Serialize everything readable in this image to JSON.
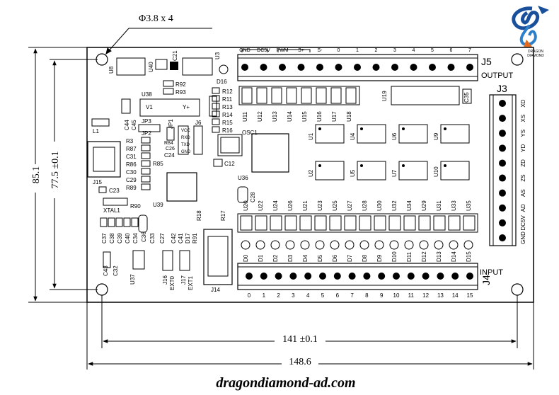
{
  "dimensions": {
    "hole_spec": "Φ3.8 x 4",
    "overall_height": "85.1",
    "hole_height": "77.5 ±0.1",
    "hole_width": "141 ±0.1",
    "overall_width": "148.6"
  },
  "website": "dragondiamond-ad.com",
  "logo": {
    "lines": [
      "DRAGON",
      "DIAMOND"
    ]
  },
  "connectors": {
    "j5": {
      "ref": "J5",
      "caption": "OUTPUT",
      "pins": [
        "GND",
        "DC5V",
        "PWM",
        "S+",
        "S-",
        "0",
        "1",
        "2",
        "3",
        "4",
        "5",
        "6",
        "7"
      ]
    },
    "j3": {
      "ref": "J3",
      "pins": [
        "XD",
        "XS",
        "YS",
        "YD",
        "ZD",
        "ZS",
        "AS",
        "AD",
        "DC5V",
        "GND"
      ]
    },
    "j4": {
      "ref": "J4",
      "caption": "INPUT",
      "pins": [
        "0",
        "1",
        "2",
        "3",
        "4",
        "5",
        "6",
        "7",
        "8",
        "9",
        "10",
        "11",
        "12",
        "13",
        "14",
        "15"
      ]
    }
  },
  "output_drivers": [
    "U11",
    "U12",
    "U13",
    "U14",
    "U15",
    "U16",
    "U17",
    "U18"
  ],
  "opto_top": [
    "U1",
    "U4",
    "U6",
    "U9"
  ],
  "opto_bottom": [
    "U2",
    "U5",
    "U7",
    "U10"
  ],
  "input_optos": [
    "U20",
    "U22",
    "U24",
    "U26",
    "U21",
    "U23",
    "U25",
    "U27",
    "U28",
    "U30",
    "U32",
    "U34",
    "U29",
    "U31",
    "U33",
    "U35"
  ],
  "input_leds": [
    "D0",
    "D1",
    "D2",
    "D3",
    "D4",
    "D5",
    "D6",
    "D7",
    "D8",
    "D9",
    "D10",
    "D11",
    "D12",
    "D13",
    "D14",
    "D15"
  ],
  "resistors_top": [
    "R12",
    "R11",
    "R13",
    "R14",
    "R15",
    "R16"
  ],
  "left_passives": [
    "R3",
    "R87",
    "C31",
    "R86",
    "C30",
    "C29",
    "R89"
  ],
  "bottom_caps": [
    "C37",
    "C38",
    "C39",
    "C40",
    "C34"
  ],
  "labels": {
    "u19": "U19",
    "c35": "C35",
    "osc1": "OSC1",
    "c12": "C12",
    "u36": "U36",
    "c28": "C28",
    "u38": "U38",
    "v1": "V1",
    "vplus": "Y+",
    "r92": "R92",
    "r93": "R93",
    "jp3": "JP3",
    "c44": "C44",
    "c45": "C45",
    "l1": "L1",
    "jp2": "JP2",
    "r85": "R85",
    "c24": "C24",
    "j15": "J15",
    "c23": "C23",
    "r90": "R90",
    "xtal1": "XTAL1",
    "u39": "U39",
    "u8": "U8",
    "u40": "U40",
    "c21": "C21",
    "u3": "U3",
    "d16": "D16",
    "j6": "J6",
    "r84": "R84",
    "c26": "C26",
    "jp1": "JP1",
    "j6_pins": [
      "VCC",
      "RXD",
      "TXD",
      "GND"
    ],
    "r18": "R18",
    "r17": "R17",
    "r91": "R91",
    "c36": "C36",
    "c33": "C33",
    "c42": "C42",
    "c41": "C41",
    "d17": "D17",
    "c27": "C27",
    "u37": "U37",
    "c43": "C43",
    "c32": "C32",
    "j16": "J16",
    "ext0": "EXT0",
    "j17": "J17",
    "ext1": "EXT1",
    "j14": "J14"
  }
}
